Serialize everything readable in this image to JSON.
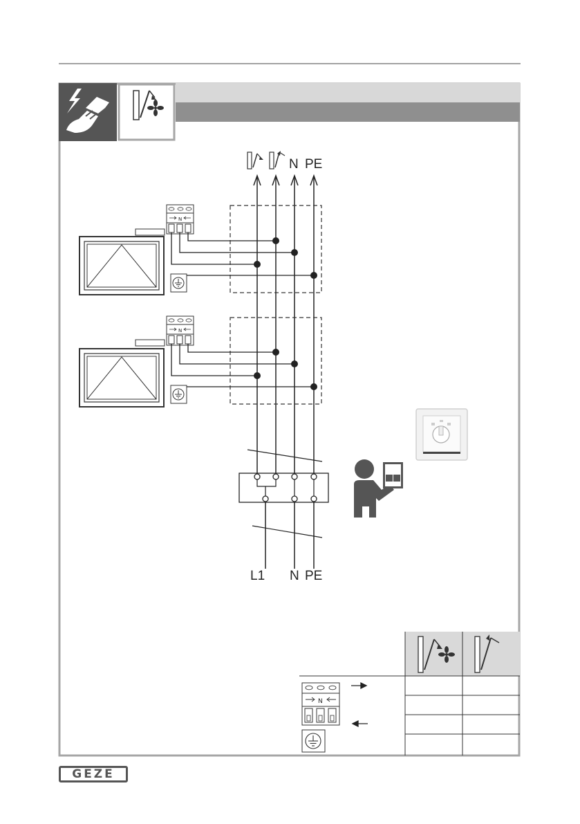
{
  "top_labels": {
    "n": "N",
    "pe": "PE"
  },
  "bottom_labels": {
    "l1": "L1",
    "n": "N",
    "pe": "PE"
  },
  "terminal": {
    "n_label": "N"
  },
  "logo": {
    "text": "GEZE"
  },
  "colors": {
    "header_dark": "#8f8f8f",
    "header_light": "#d8d8d8",
    "frame_border": "#a6a6a6",
    "icon_grey": "#555555"
  }
}
